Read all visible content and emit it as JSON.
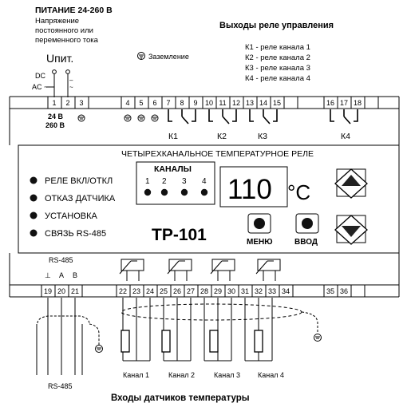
{
  "header": {
    "power_title": "ПИТАНИЕ 24-260 В",
    "power_desc_lines": [
      "Напряжение",
      "постоянного или",
      "переменного тока"
    ],
    "supply_label": "Uпит.",
    "dc_label": "DC",
    "ac_label": "AC ~",
    "ground_label": "Заземление",
    "relay_outputs_title": "Выходы реле управления",
    "relay_list": [
      "К1 - реле канала 1",
      "К2 - реле канала 2",
      "К3 - реле канала 3",
      "К4 - реле канала 4"
    ]
  },
  "top_terminals": [
    "1",
    "2",
    "3",
    "4",
    "5",
    "6",
    "7",
    "8",
    "9",
    "10",
    "11",
    "12",
    "13",
    "14",
    "15",
    "16",
    "17",
    "18"
  ],
  "voltage_labels": [
    "24 В",
    "260 В"
  ],
  "relay_names": [
    "К1",
    "К2",
    "К3",
    "К4"
  ],
  "panel": {
    "title": "ЧЕТЫРЕХКАНАЛЬНОЕ ТЕМПЕРАТУРНОЕ РЕЛЕ",
    "indicators": [
      "РЕЛЕ ВКЛ/ОТКЛ",
      "ОТКАЗ ДАТЧИКА",
      "УСТАНОВКА",
      "СВЯЗЬ RS-485"
    ],
    "channels_title": "КАНАЛЫ",
    "channel_numbers": [
      "1",
      "2",
      "3",
      "4"
    ],
    "model": "TP-101",
    "display_value": "110",
    "display_unit": "°C",
    "menu_label": "МЕНЮ",
    "enter_label": "ВВОД"
  },
  "bottom": {
    "rs485_label": "RS-485",
    "rs485_pins": [
      "⊥",
      "A",
      "B"
    ],
    "terminals": [
      "19",
      "20",
      "21",
      "22",
      "23",
      "24",
      "25",
      "26",
      "27",
      "28",
      "29",
      "30",
      "31",
      "32",
      "33",
      "34",
      "35",
      "36"
    ],
    "channel_labels": [
      "Канал 1",
      "Канал 2",
      "Канал 3",
      "Канал 4"
    ],
    "cable_label": "RS-485",
    "footer": "Входы датчиков температуры"
  },
  "colors": {
    "line": "#000000",
    "indicator": "#111111",
    "background": "#ffffff"
  }
}
